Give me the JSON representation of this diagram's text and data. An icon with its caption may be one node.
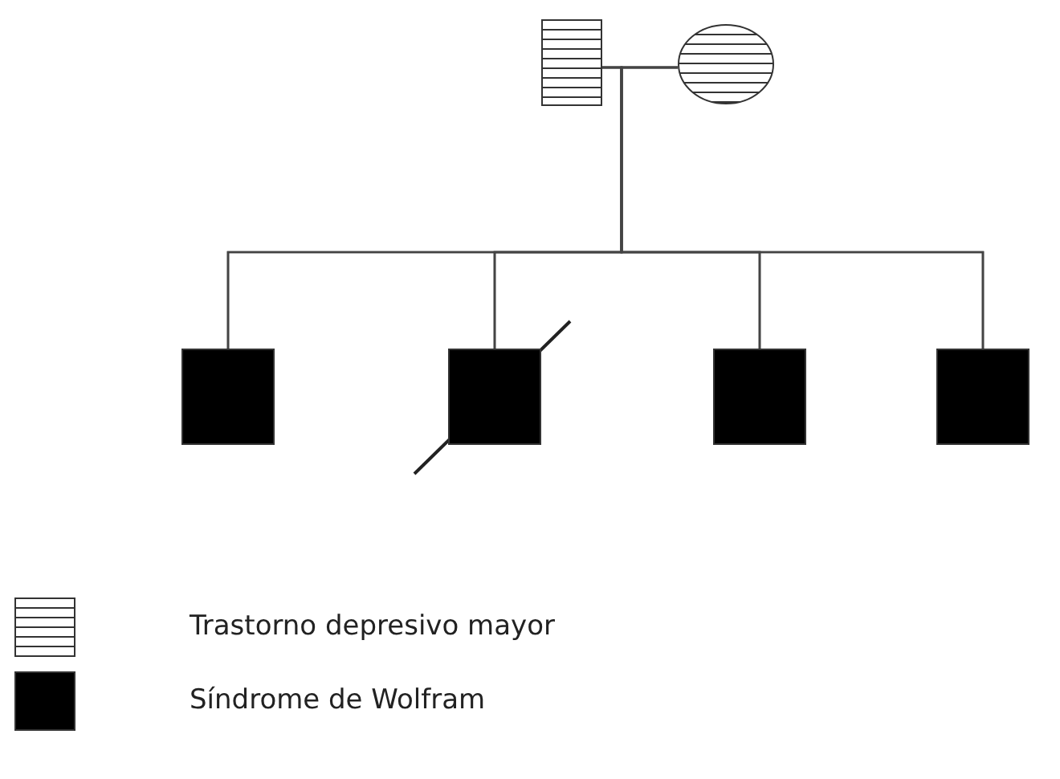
{
  "diagram": {
    "nodes": [
      {
        "text": [],
        "shape": "box"
      },
      {
        "text": [],
        "shape": "circle"
      },
      {
        "text": [],
        "shape": "box"
      },
      {
        "text": [],
        "shape": "box"
      },
      {
        "text": [],
        "shape": "box"
      },
      {
        "text": [],
        "shape": "box"
      }
    ],
    "edges": [
      {
        "from": 0,
        "to": 1,
        "arrow": "none"
      },
      {
        "from": 0,
        "to": 2,
        "arrow": "none"
      },
      {
        "from": 0,
        "to": 3,
        "arrow": "none"
      },
      {
        "from": 0,
        "to": 4,
        "arrow": "none"
      },
      {
        "from": 0,
        "to": 5,
        "arrow": "none"
      },
      {
        "from": 1,
        "to": 2,
        "arrow": "none"
      },
      {
        "from": 1,
        "to": 3,
        "arrow": "none"
      },
      {
        "from": 1,
        "to": 4,
        "arrow": "none"
      },
      {
        "from": 1,
        "to": 5,
        "arrow": "none"
      }
    ],
    "legend": [
      {
        "text": "Trastorno depresivo mayor"
      },
      {
        "text": "Síndrome de Wolfram",
        "color": "#000000"
      }
    ]
  }
}
